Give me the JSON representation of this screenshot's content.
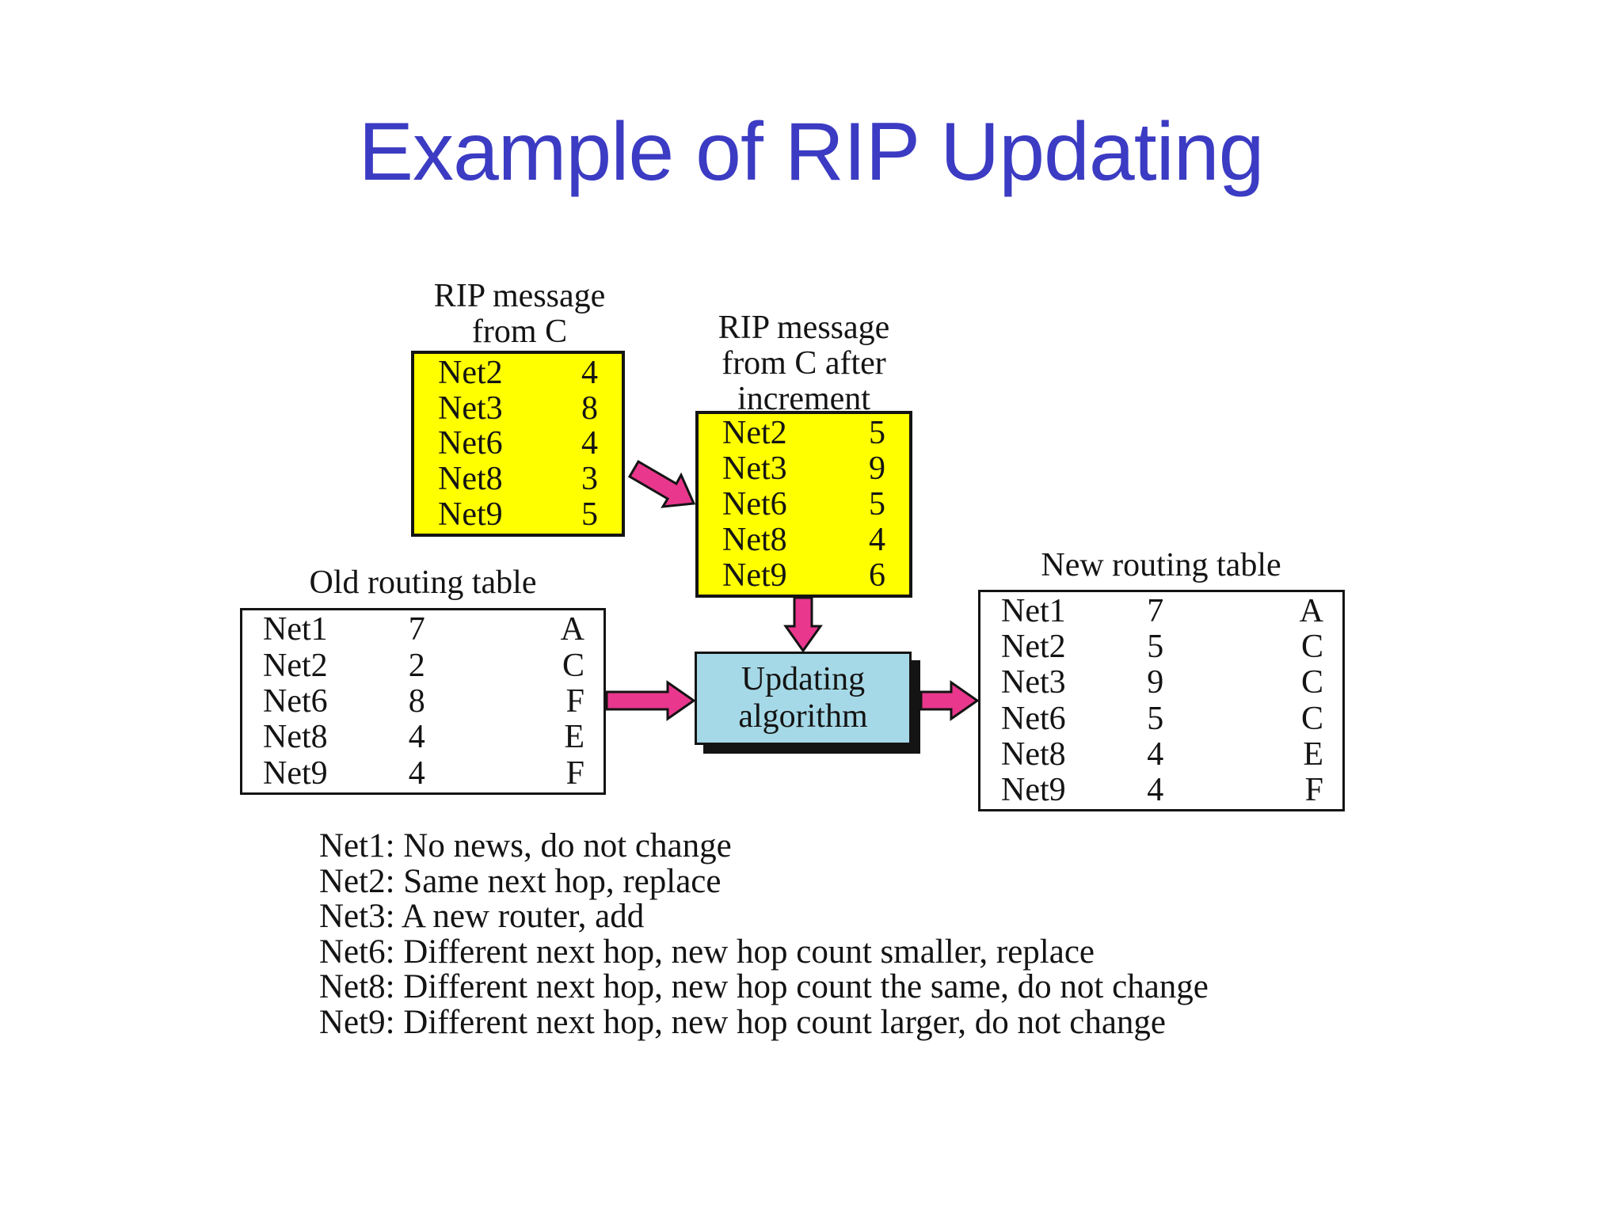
{
  "slide": {
    "title": "Example of RIP Updating"
  },
  "colors": {
    "title_blue": "#3B3BC3",
    "table_yellow": "#FFFF00",
    "box_cyan": "#A6D9E7",
    "arrow_pink": "#E9378D",
    "ink_black": "#141414",
    "background": "#FFFFFF"
  },
  "labels": {
    "rip_from_c": [
      "RIP message",
      "from C"
    ],
    "rip_after": [
      "RIP message",
      "from C after",
      "increment"
    ],
    "old_table": "Old routing table",
    "new_table": "New routing table"
  },
  "updating_box": [
    "Updating",
    "algorithm"
  ],
  "tables": {
    "rip_message": {
      "rows": [
        {
          "net": "Net2",
          "hops": "4"
        },
        {
          "net": "Net3",
          "hops": "8"
        },
        {
          "net": "Net6",
          "hops": "4"
        },
        {
          "net": "Net8",
          "hops": "3"
        },
        {
          "net": "Net9",
          "hops": "5"
        }
      ]
    },
    "rip_after": {
      "rows": [
        {
          "net": "Net2",
          "hops": "5"
        },
        {
          "net": "Net3",
          "hops": "9"
        },
        {
          "net": "Net6",
          "hops": "5"
        },
        {
          "net": "Net8",
          "hops": "4"
        },
        {
          "net": "Net9",
          "hops": "6"
        }
      ]
    },
    "old_routing": {
      "rows": [
        {
          "net": "Net1",
          "hops": "7",
          "next": "A"
        },
        {
          "net": "Net2",
          "hops": "2",
          "next": "C"
        },
        {
          "net": "Net6",
          "hops": "8",
          "next": "F"
        },
        {
          "net": "Net8",
          "hops": "4",
          "next": "E"
        },
        {
          "net": "Net9",
          "hops": "4",
          "next": "F"
        }
      ]
    },
    "new_routing": {
      "rows": [
        {
          "net": "Net1",
          "hops": "7",
          "next": "A"
        },
        {
          "net": "Net2",
          "hops": "5",
          "next": "C"
        },
        {
          "net": "Net3",
          "hops": "9",
          "next": "C"
        },
        {
          "net": "Net6",
          "hops": "5",
          "next": "C"
        },
        {
          "net": "Net8",
          "hops": "4",
          "next": "E"
        },
        {
          "net": "Net9",
          "hops": "4",
          "next": "F"
        }
      ]
    }
  },
  "notes": [
    "Net1: No news, do not change",
    "Net2: Same next hop, replace",
    "Net3: A new router, add",
    "Net6: Different next hop, new hop count smaller, replace",
    "Net8: Different next hop, new hop count the same, do not change",
    "Net9: Different next hop, new hop count larger, do not change"
  ]
}
